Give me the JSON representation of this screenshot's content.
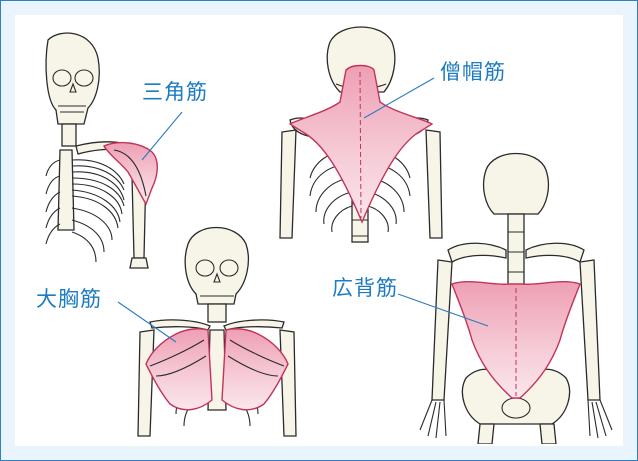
{
  "labels": {
    "deltoid": "三角筋",
    "trapezius": "僧帽筋",
    "pectoralis": "大胸筋",
    "latissimus": "広背筋"
  },
  "colors": {
    "border": "#2f7fc4",
    "frame_bg": "#eaf4fc",
    "label_text": "#1d7cc0",
    "muscle_fill": "#f2b8c6",
    "muscle_stroke": "#c2345a",
    "bone_fill": "#f7f4e8"
  }
}
